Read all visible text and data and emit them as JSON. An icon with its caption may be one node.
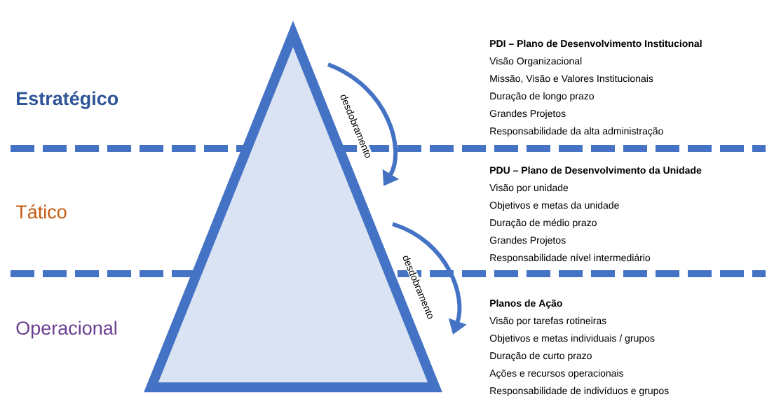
{
  "diagram": {
    "nodes": [
      {
        "text": [],
        "shape": "triangle"
      }
    ],
    "labels": [
      "Estratégico",
      "PDI – Plano de Desenvolvimento Institucional",
      "Visão Organizacional",
      "Missão, Visão e Valores Institucionais",
      "Duração de longo prazo",
      "Grandes Projetos",
      "Responsabilidade da alta administração",
      "desdobramento",
      "Tático",
      "PDU – Plano de Desenvolvimento da Unidade",
      "Visão por unidade",
      "Objetivos e metas da unidade",
      "Duração de médio prazo",
      "Grandes Projetos",
      "Responsabilidade nível intermediário",
      "desdobramento",
      "Operacional",
      "Planos de Ação",
      "Visão por tarefas rotineiras",
      "Objetivos e metas individuais / grupos",
      "Duração de curto prazo",
      "Ações e recursos operacionais",
      "Responsabilidade de indivíduos e grupos"
    ]
  }
}
